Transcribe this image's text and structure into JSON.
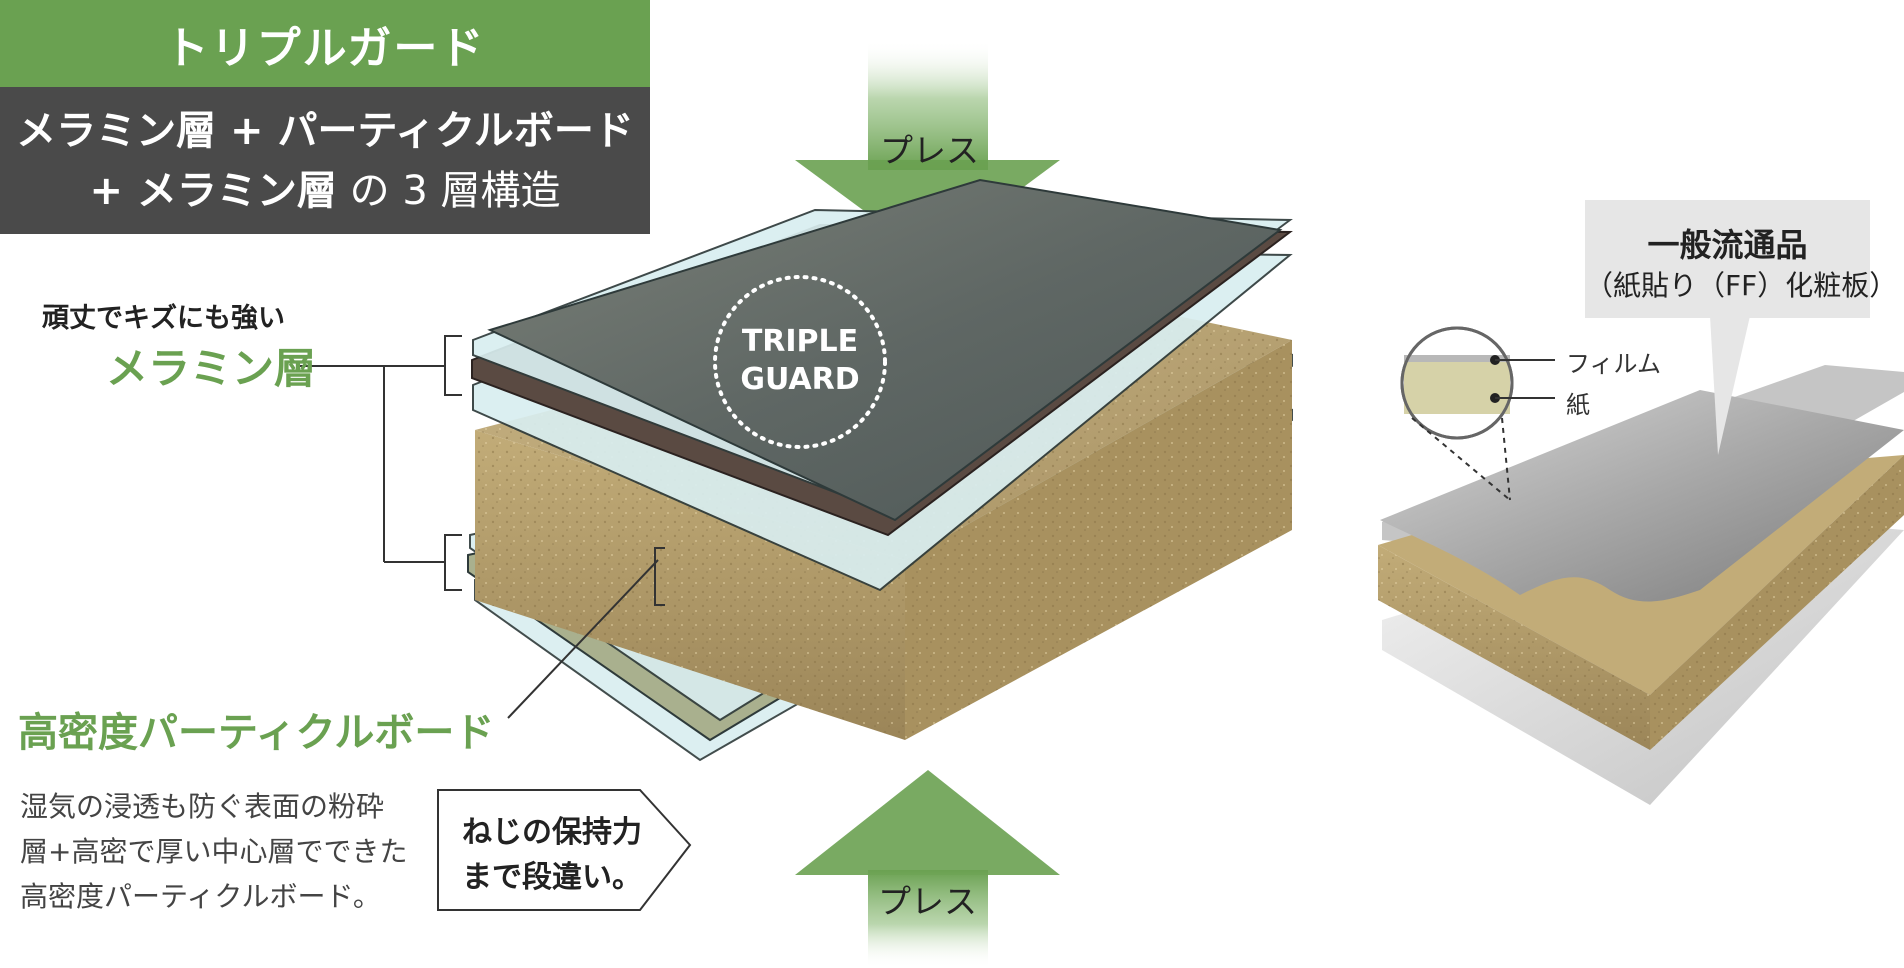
{
  "header": {
    "title": "トリプルガード",
    "subtitle_line1": "メラミン層 + パーティクルボード",
    "subtitle_line2_bold": "+ メラミン層",
    "subtitle_line2_rest": " の 3 層構造"
  },
  "center": {
    "press_top": "プレス",
    "press_bottom": "プレス",
    "badge_line1": "TRIPLE",
    "badge_line2": "GUARD"
  },
  "left": {
    "melamine_tag": "頑丈でキズにも強い",
    "melamine_label": "メラミン層",
    "board_label": "高密度パーティクルボード",
    "board_desc": [
      "湿気の浸透も防ぐ表面の粉砕",
      "層+高密で厚い中心層でできた",
      "高密度パーティクルボード。"
    ],
    "callout": [
      "ねじの保持力",
      "まで段違い。"
    ]
  },
  "right": {
    "box_title": "一般流通品",
    "box_subtitle": "（紙貼り（FF）化粧板）",
    "film_label": "フィルム",
    "paper_label": "紙"
  },
  "colors": {
    "accent_green": "#6aa151",
    "dark_band": "#4a4a4a",
    "board_tan": "#b9a473",
    "melamine_dark": "#555c5c",
    "gray_box": "#e6e6e6"
  }
}
